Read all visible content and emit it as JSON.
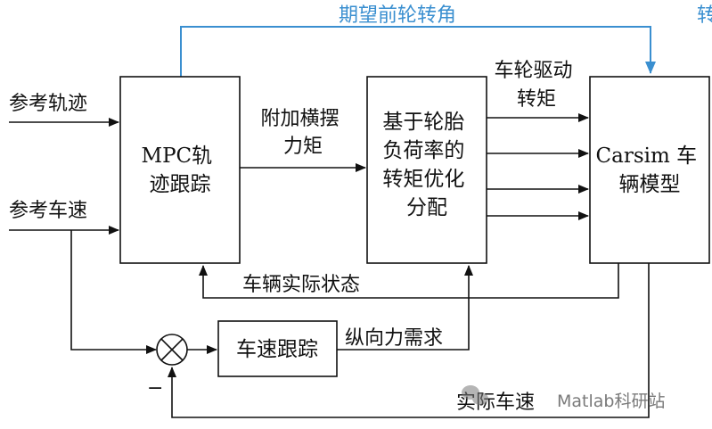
{
  "colors": {
    "line": "#111111",
    "blue": "#3a8fd0",
    "watermark": "#7a7a7a"
  },
  "blocks": {
    "mpc": [
      "MPC轨",
      "迹跟踪"
    ],
    "torque": [
      "基于轮胎",
      "负荷率的",
      "转矩优化",
      "分配"
    ],
    "carsim": [
      "Carsim 车",
      "辆模型"
    ],
    "speed": "车速跟踪"
  },
  "labels": {
    "expected_steer": "期望前轮转角",
    "ref_trajectory": "参考轨迹",
    "ref_speed": "参考车速",
    "yaw_moment": [
      "附加横摆",
      "力矩"
    ],
    "wheel_torque": [
      "车轮驱动",
      "转矩"
    ],
    "vehicle_state": "车辆实际状态",
    "long_force": "纵向力需求",
    "actual_speed": "实际车速",
    "minus": "−"
  },
  "cropped_right_edge_char": "转",
  "watermark": {
    "icon": "wechat-icon",
    "text": "Matlab科研站"
  }
}
